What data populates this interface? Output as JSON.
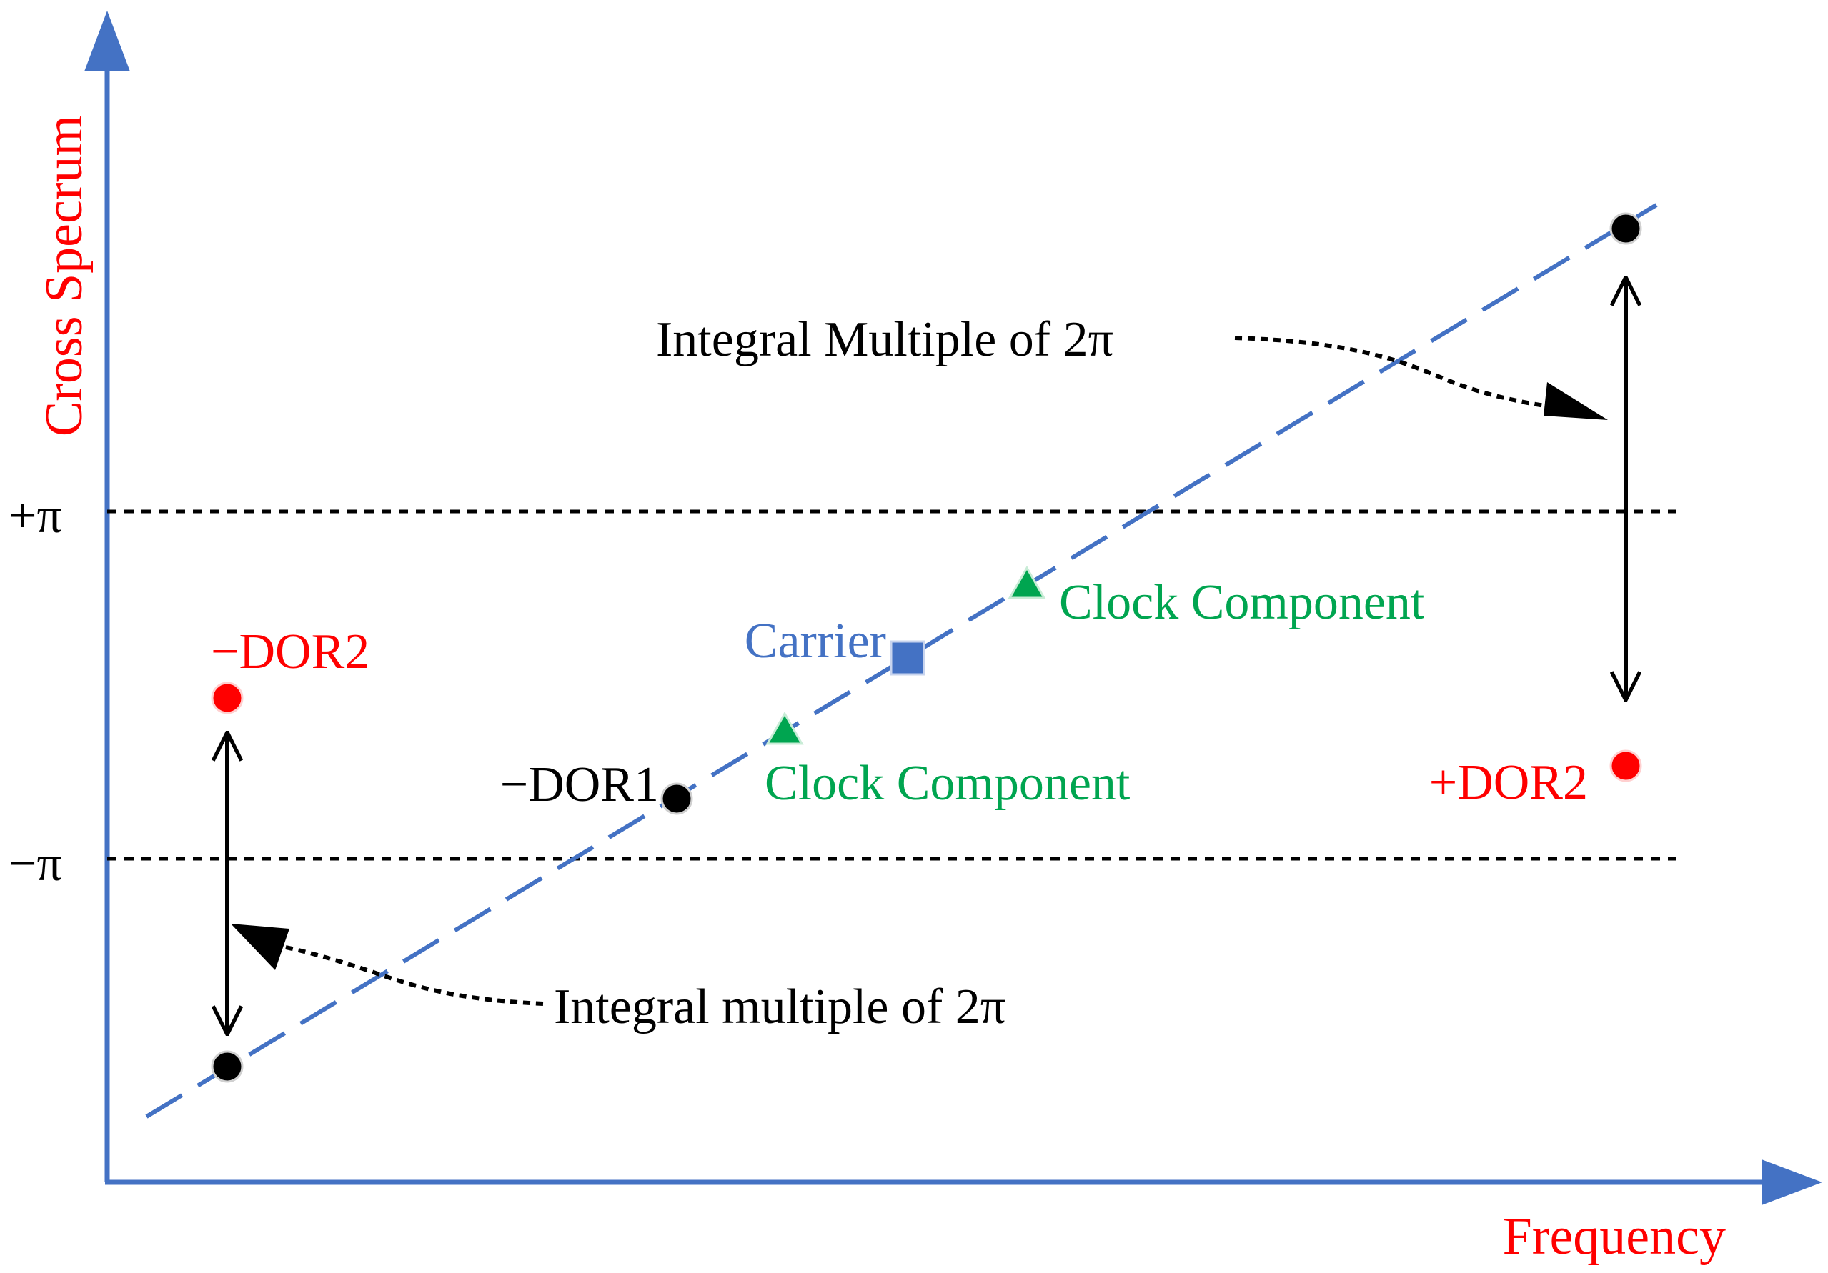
{
  "axes": {
    "y_label": "Cross Specrum",
    "x_label": "Frequency",
    "y_label_color": "#ff0000",
    "x_label_color": "#ff0000",
    "axis_color": "#4472c4"
  },
  "levels": {
    "plus_pi": "+π",
    "minus_pi": "−π"
  },
  "labels": {
    "minus_dor2": "−DOR2",
    "minus_dor1": "−DOR1",
    "carrier": "Carrier",
    "clock_upper": "Clock Component",
    "clock_lower": "Clock Component",
    "plus_dor2": "+DOR2",
    "integral_upper": "Integral Multiple of 2π",
    "integral_lower": "Integral multiple of 2π"
  },
  "colors": {
    "black": "#000000",
    "red": "#ff0000",
    "green": "#00a550",
    "blue": "#4472c4"
  }
}
